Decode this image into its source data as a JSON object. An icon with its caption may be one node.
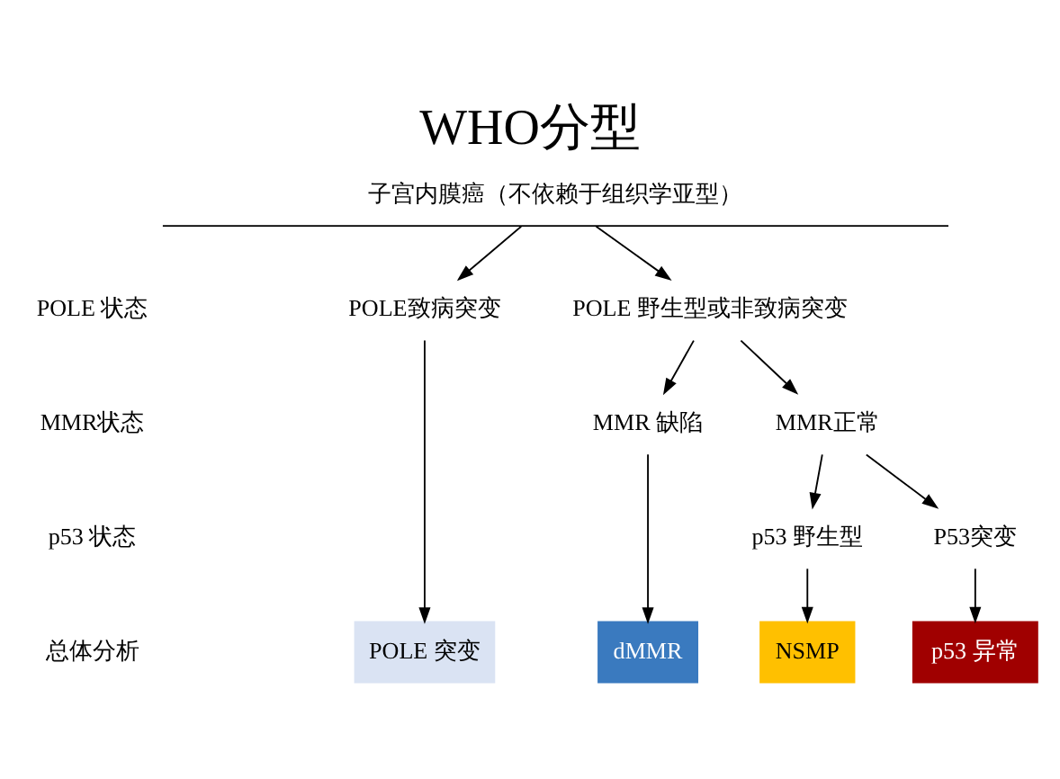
{
  "diagram": {
    "title": "WHO分型",
    "nodes": [
      {
        "text": [
          "子宫内膜癌（不依赖于组织学亚型）"
        ]
      },
      {
        "text": [
          "POLE致病突变"
        ]
      },
      {
        "text": [
          "POLE 野生型或非致病突变"
        ]
      },
      {
        "text": [
          "MMR 缺陷"
        ]
      },
      {
        "text": [
          "MMR正常"
        ]
      },
      {
        "text": [
          "p53 野生型"
        ]
      },
      {
        "text": [
          "P53突变"
        ]
      },
      {
        "text": [
          "POLE 突变"
        ]
      },
      {
        "text": [
          "dMMR"
        ]
      },
      {
        "text": [
          "NSMP"
        ]
      },
      {
        "text": [
          "p53 异常"
        ]
      }
    ],
    "edges": [
      {
        "from": 0,
        "to": 1,
        "arrow": "to"
      },
      {
        "from": 0,
        "to": 2,
        "arrow": "to"
      },
      {
        "from": 2,
        "to": 3,
        "arrow": "to"
      },
      {
        "from": 2,
        "to": 4,
        "arrow": "to"
      },
      {
        "from": 4,
        "to": 5,
        "arrow": "to"
      },
      {
        "from": 4,
        "to": 6,
        "arrow": "to"
      },
      {
        "from": 1,
        "to": 7,
        "arrow": "to"
      },
      {
        "from": 3,
        "to": 8,
        "arrow": "to"
      },
      {
        "from": 5,
        "to": 9,
        "arrow": "to"
      },
      {
        "from": 6,
        "to": 10,
        "arrow": "to"
      }
    ],
    "labels": [
      "POLE 状态",
      "MMR状态",
      "p53 状态",
      "总体分析"
    ]
  }
}
